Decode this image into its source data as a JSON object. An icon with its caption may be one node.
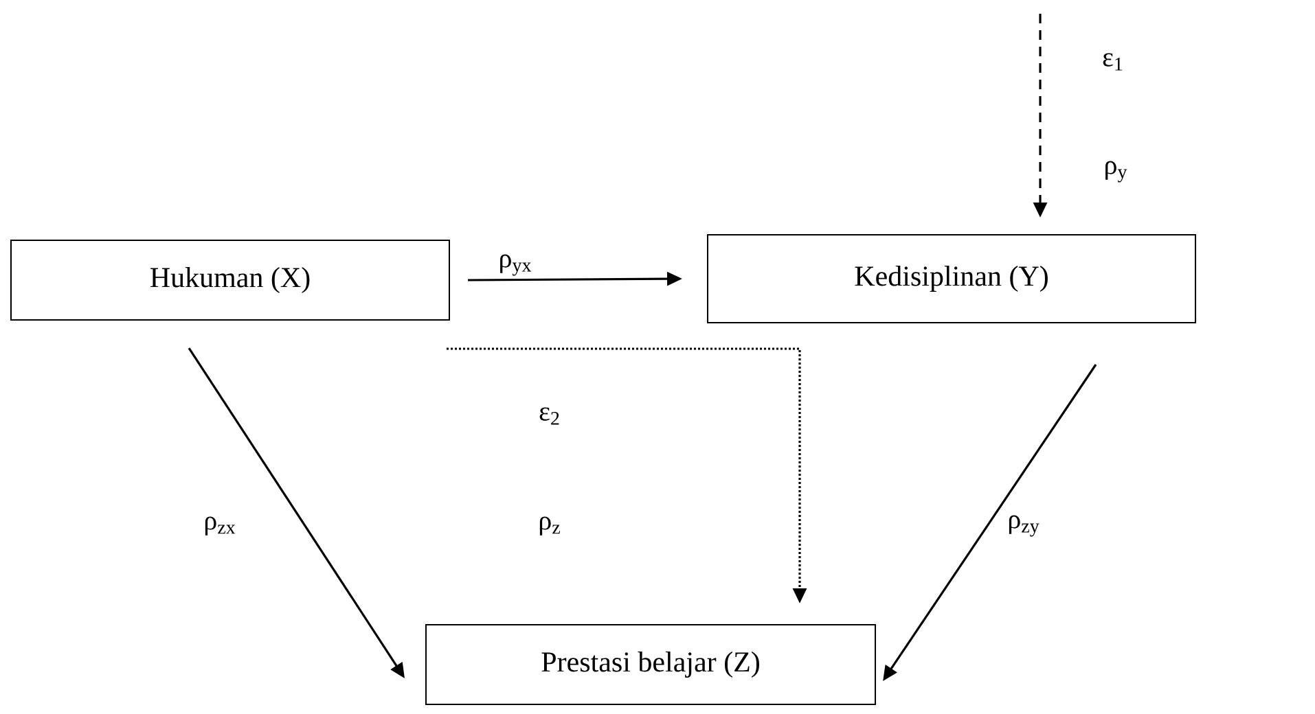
{
  "diagram": {
    "nodes": [
      {
        "text": [
          "Hukuman (X)"
        ]
      },
      {
        "text": [
          "Kedisiplinan (Y)"
        ]
      },
      {
        "text": [
          "Prestasi belajar (Z)"
        ]
      }
    ],
    "edges": [
      {
        "from": null,
        "to": 1,
        "arrow": "to",
        "style": "dashed"
      },
      {
        "from": 0,
        "to": 1,
        "arrow": "to",
        "label": "ρ$_{yx}$"
      },
      {
        "from": null,
        "to": 2,
        "arrow": "to",
        "style": "dashed"
      },
      {
        "from": 0,
        "to": 2,
        "arrow": "to",
        "label": "ρ$_{zx}$"
      },
      {
        "from": 1,
        "to": 2,
        "arrow": "to",
        "label": "ρ$_{zy}$"
      }
    ],
    "labels": [
      "ε$_{1}$",
      "ρ$_{y}$",
      "ε$_{2}$",
      "ρ$_{z}$"
    ]
  }
}
